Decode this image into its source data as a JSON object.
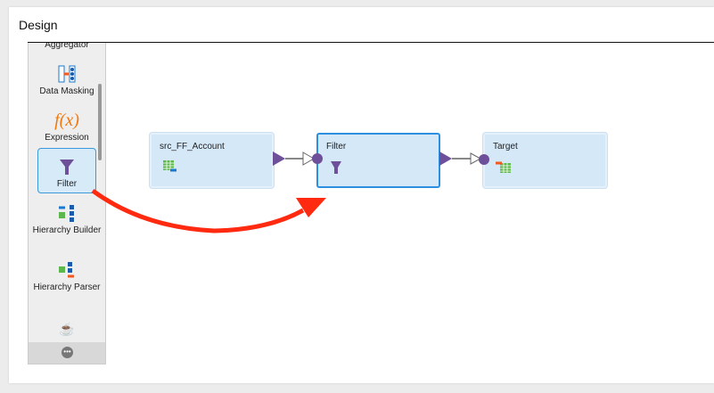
{
  "panel": {
    "title": "Design"
  },
  "palette": {
    "items": [
      {
        "label": "Aggregator",
        "icon": "aggregator-icon"
      },
      {
        "label": "Data Masking",
        "icon": "data-masking-icon"
      },
      {
        "label": "Expression",
        "icon": "expression-icon",
        "glyph": "f(x)"
      },
      {
        "label": "Filter",
        "icon": "funnel-icon",
        "selected": true
      },
      {
        "label": "Hierarchy Builder",
        "icon": "hierarchy-builder-icon"
      },
      {
        "label": "Hierarchy Parser",
        "icon": "hierarchy-parser-icon"
      },
      {
        "label": "",
        "icon": "java-icon"
      }
    ],
    "more_icon": "ellipsis-icon"
  },
  "canvas": {
    "nodes": [
      {
        "label": "src_FF_Account",
        "icon": "source-table-icon"
      },
      {
        "label": "Filter",
        "icon": "funnel-icon",
        "selected": true
      },
      {
        "label": "Target",
        "icon": "target-table-icon"
      }
    ]
  },
  "colors": {
    "accent": "#2e8fe0",
    "node_bg": "#d4e8f8",
    "port": "#6e4f9a",
    "annotation_arrow": "#ff2a10"
  }
}
